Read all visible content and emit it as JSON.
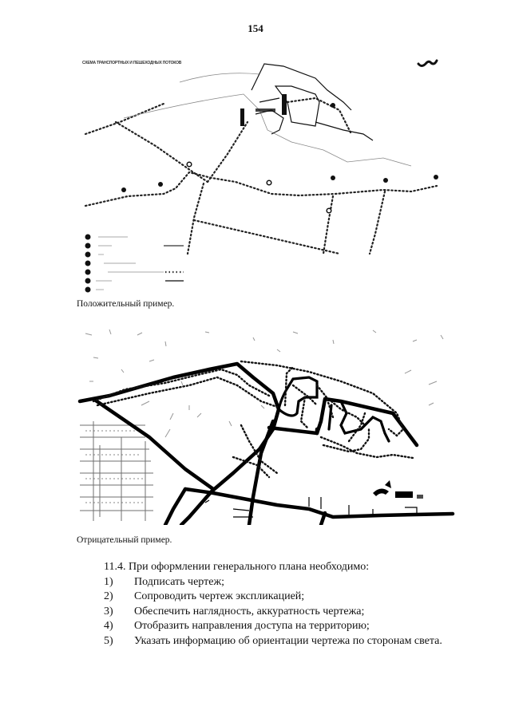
{
  "page": {
    "number": "154"
  },
  "figure_positive": {
    "title": "СХЕМА ТРАНСПОРТНЫХ И ПЕШЕХОДНЫХ ПОТОКОВ",
    "north_arrow_icon": "north-orientation-mark",
    "legend_items": 7,
    "caption": "Положительный пример."
  },
  "figure_negative": {
    "caption": "Отрицательный пример."
  },
  "section": {
    "heading": "11.4. При оформлении генерального плана необходимо:",
    "items": [
      {
        "num": "1)",
        "text": "Подписать чертеж;"
      },
      {
        "num": "2)",
        "text": "Сопроводить чертеж экспликацией;"
      },
      {
        "num": "3)",
        "text": "Обеспечить наглядность, аккуратность чертежа;"
      },
      {
        "num": "4)",
        "text": "Отобразить направления доступа на территорию;"
      },
      {
        "num": "5)",
        "text": "Указать информацию об ориентации чертежа по сторонам света."
      }
    ]
  }
}
